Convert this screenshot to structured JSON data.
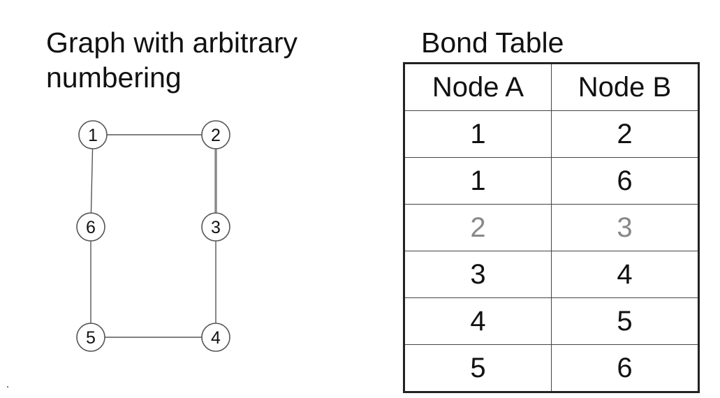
{
  "graph": {
    "title": "Graph with arbitrary numbering",
    "nodes": [
      {
        "id": "1",
        "label": "1"
      },
      {
        "id": "2",
        "label": "2"
      },
      {
        "id": "3",
        "label": "3"
      },
      {
        "id": "4",
        "label": "4"
      },
      {
        "id": "5",
        "label": "5"
      },
      {
        "id": "6",
        "label": "6"
      }
    ],
    "edges": [
      {
        "from": "1",
        "to": "2",
        "highlight": false
      },
      {
        "from": "1",
        "to": "6",
        "highlight": false
      },
      {
        "from": "2",
        "to": "3",
        "highlight": true
      },
      {
        "from": "3",
        "to": "4",
        "highlight": false
      },
      {
        "from": "4",
        "to": "5",
        "highlight": false
      },
      {
        "from": "5",
        "to": "6",
        "highlight": false
      }
    ]
  },
  "bond_table": {
    "title": "Bond Table",
    "headers": [
      "Node A",
      "Node B"
    ],
    "rows": [
      {
        "a": "1",
        "b": "2",
        "muted": false
      },
      {
        "a": "1",
        "b": "6",
        "muted": false
      },
      {
        "a": "2",
        "b": "3",
        "muted": true
      },
      {
        "a": "3",
        "b": "4",
        "muted": false
      },
      {
        "a": "4",
        "b": "5",
        "muted": false
      },
      {
        "a": "5",
        "b": "6",
        "muted": false
      }
    ]
  },
  "colors": {
    "line": "#555555",
    "highlight_edge": "#888888",
    "muted_text": "#888888"
  }
}
